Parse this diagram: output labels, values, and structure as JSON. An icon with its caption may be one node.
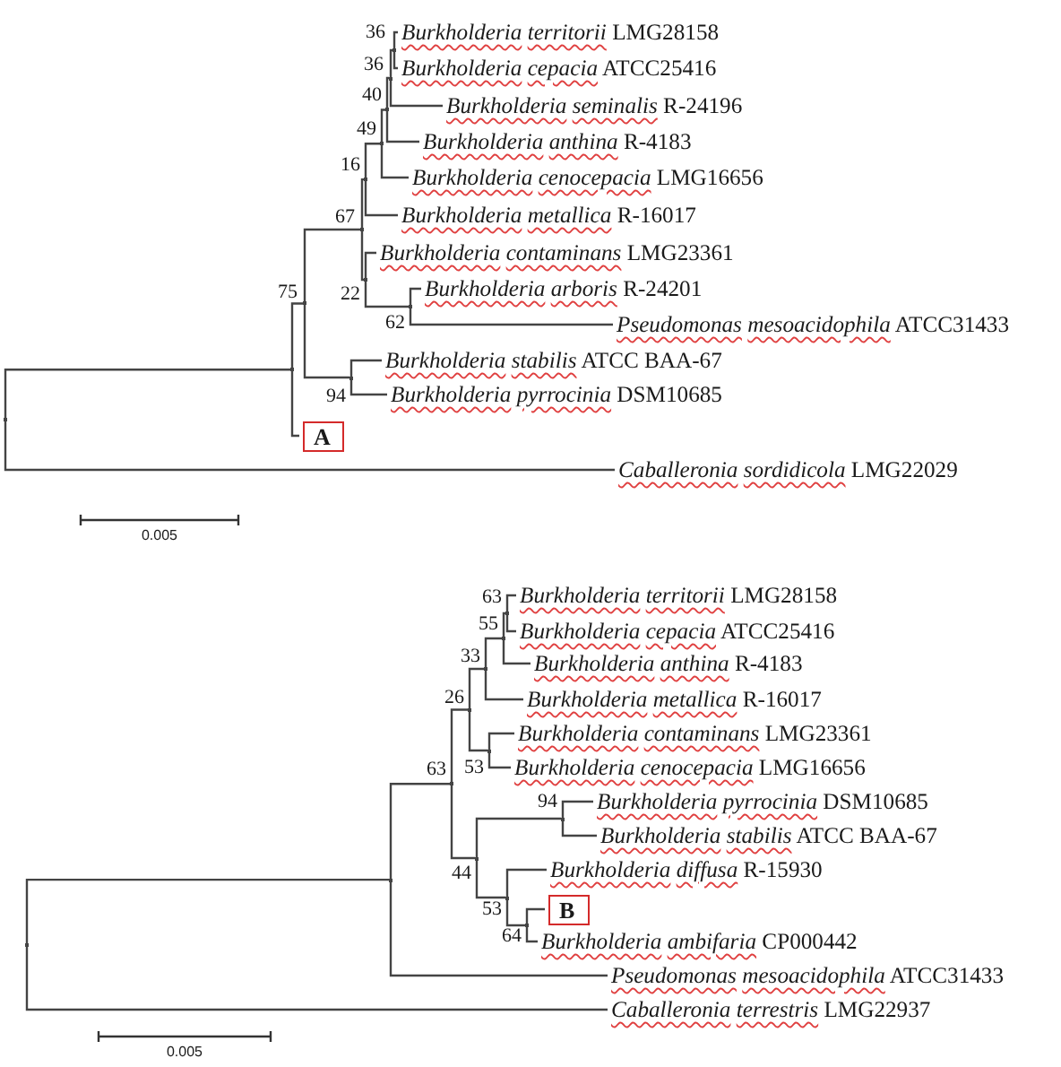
{
  "diagram": {
    "nodes": [
      {
        "text": [
          "*Burkholderia* *territorii* LMG28158"
        ]
      },
      {
        "text": [
          "*Burkholderia* *cepacia* ATCC25416"
        ]
      },
      {
        "text": [
          "*Burkholderia* *seminalis* R-24196"
        ]
      },
      {
        "text": [
          "*Burkholderia* *anthina* R-4183"
        ]
      },
      {
        "text": [
          "*Burkholderia* *cenocepacia* LMG16656"
        ]
      },
      {
        "text": [
          "*Burkholderia* *metallica* R-16017"
        ]
      },
      {
        "text": [
          "*Burkholderia* *contaminans* LMG23361"
        ]
      },
      {
        "text": [
          "*Burkholderia* *arboris* R-24201"
        ]
      },
      {
        "text": [
          "*Pseudomonas* *mesoacidophila* ATCC31433"
        ]
      },
      {
        "text": [
          "*Burkholderia* *stabilis* ATCC BAA-67"
        ]
      },
      {
        "text": [
          "*Burkholderia* *pyrrocinia* DSM10685"
        ]
      },
      {
        "text": [
          "A"
        ]
      },
      {
        "text": [
          "*Caballeronia* *sordidicola* LMG22029"
        ]
      },
      {
        "text": [],
        "shape": "point",
        "beside": [
          "36"
        ]
      },
      {
        "text": [],
        "shape": "point",
        "beside": [
          "36"
        ]
      },
      {
        "text": [],
        "shape": "point",
        "beside": [
          "40"
        ]
      },
      {
        "text": [],
        "shape": "point",
        "beside": [
          "49"
        ]
      },
      {
        "text": [],
        "shape": "point",
        "beside": [
          "16"
        ]
      },
      {
        "text": [],
        "shape": "point",
        "beside": [
          "22"
        ]
      },
      {
        "text": [],
        "shape": "point",
        "beside": [
          "62"
        ]
      },
      {
        "text": [],
        "shape": "point",
        "beside": [
          "67"
        ]
      },
      {
        "text": [],
        "shape": "point",
        "beside": [
          "94"
        ]
      },
      {
        "text": [],
        "shape": "point",
        "beside": [
          "75"
        ]
      },
      {
        "text": [],
        "shape": "point"
      },
      {
        "text": [],
        "shape": "point"
      },
      {
        "text": [
          "*Burkholderia* *territorii* LMG28158"
        ]
      },
      {
        "text": [
          "*Burkholderia* *cepacia* ATCC25416"
        ]
      },
      {
        "text": [
          "*Burkholderia* *anthina* R-4183"
        ]
      },
      {
        "text": [
          "*Burkholderia* *metallica* R-16017"
        ]
      },
      {
        "text": [
          "*Burkholderia* *contaminans* LMG23361"
        ]
      },
      {
        "text": [
          "*Burkholderia* *cenocepacia* LMG16656"
        ]
      },
      {
        "text": [
          "*Burkholderia* *pyrrocinia* DSM10685"
        ]
      },
      {
        "text": [
          "*Burkholderia* *stabilis* ATCC BAA-67"
        ]
      },
      {
        "text": [
          "*Burkholderia* *diffusa* R-15930"
        ]
      },
      {
        "text": [
          "B"
        ]
      },
      {
        "text": [
          "*Burkholderia* *ambifaria* CP000442"
        ]
      },
      {
        "text": [
          "*Pseudomonas* *mesoacidophila* ATCC31433"
        ]
      },
      {
        "text": [
          "*Caballeronia* *terrestris* LMG22937"
        ]
      },
      {
        "text": [],
        "shape": "point",
        "beside": [
          "63"
        ]
      },
      {
        "text": [],
        "shape": "point",
        "beside": [
          "55"
        ]
      },
      {
        "text": [],
        "shape": "point",
        "beside": [
          "33"
        ]
      },
      {
        "text": [],
        "shape": "point",
        "beside": [
          "26"
        ]
      },
      {
        "text": [],
        "shape": "point",
        "beside": [
          "53"
        ]
      },
      {
        "text": [],
        "shape": "point",
        "beside": [
          "63"
        ]
      },
      {
        "text": [],
        "shape": "point",
        "beside": [
          "94"
        ]
      },
      {
        "text": [],
        "shape": "point",
        "beside": [
          "44"
        ]
      },
      {
        "text": [],
        "shape": "point",
        "beside": [
          "53"
        ]
      },
      {
        "text": [],
        "shape": "point",
        "beside": [
          "64"
        ]
      },
      {
        "text": [],
        "shape": "point"
      },
      {
        "text": [],
        "shape": "point"
      }
    ],
    "edges": [
      {
        "from": 13,
        "to": 0,
        "arrow": "none"
      },
      {
        "from": 13,
        "to": 1,
        "arrow": "none"
      },
      {
        "from": 14,
        "to": 13,
        "arrow": "none"
      },
      {
        "from": 14,
        "to": 2,
        "arrow": "none"
      },
      {
        "from": 15,
        "to": 14,
        "arrow": "none"
      },
      {
        "from": 15,
        "to": 3,
        "arrow": "none"
      },
      {
        "from": 16,
        "to": 15,
        "arrow": "none"
      },
      {
        "from": 16,
        "to": 4,
        "arrow": "none"
      },
      {
        "from": 17,
        "to": 16,
        "arrow": "none"
      },
      {
        "from": 17,
        "to": 5,
        "arrow": "none"
      },
      {
        "from": 19,
        "to": 7,
        "arrow": "none"
      },
      {
        "from": 19,
        "to": 8,
        "arrow": "none"
      },
      {
        "from": 18,
        "to": 6,
        "arrow": "none"
      },
      {
        "from": 18,
        "to": 19,
        "arrow": "none"
      },
      {
        "from": 20,
        "to": 17,
        "arrow": "none"
      },
      {
        "from": 20,
        "to": 18,
        "arrow": "none"
      },
      {
        "from": 21,
        "to": 9,
        "arrow": "none"
      },
      {
        "from": 21,
        "to": 10,
        "arrow": "none"
      },
      {
        "from": 22,
        "to": 20,
        "arrow": "none"
      },
      {
        "from": 22,
        "to": 21,
        "arrow": "none"
      },
      {
        "from": 23,
        "to": 22,
        "arrow": "none"
      },
      {
        "from": 23,
        "to": 11,
        "arrow": "none"
      },
      {
        "from": 24,
        "to": 23,
        "arrow": "none"
      },
      {
        "from": 24,
        "to": 12,
        "arrow": "none"
      },
      {
        "from": 38,
        "to": 25,
        "arrow": "none"
      },
      {
        "from": 38,
        "to": 26,
        "arrow": "none"
      },
      {
        "from": 39,
        "to": 38,
        "arrow": "none"
      },
      {
        "from": 39,
        "to": 27,
        "arrow": "none"
      },
      {
        "from": 40,
        "to": 39,
        "arrow": "none"
      },
      {
        "from": 40,
        "to": 28,
        "arrow": "none"
      },
      {
        "from": 42,
        "to": 29,
        "arrow": "none"
      },
      {
        "from": 42,
        "to": 30,
        "arrow": "none"
      },
      {
        "from": 41,
        "to": 40,
        "arrow": "none"
      },
      {
        "from": 41,
        "to": 42,
        "arrow": "none"
      },
      {
        "from": 44,
        "to": 31,
        "arrow": "none"
      },
      {
        "from": 44,
        "to": 32,
        "arrow": "none"
      },
      {
        "from": 47,
        "to": 34,
        "arrow": "none"
      },
      {
        "from": 47,
        "to": 35,
        "arrow": "none"
      },
      {
        "from": 46,
        "to": 33,
        "arrow": "none"
      },
      {
        "from": 46,
        "to": 47,
        "arrow": "none"
      },
      {
        "from": 45,
        "to": 44,
        "arrow": "none"
      },
      {
        "from": 45,
        "to": 46,
        "arrow": "none"
      },
      {
        "from": 43,
        "to": 41,
        "arrow": "none"
      },
      {
        "from": 43,
        "to": 45,
        "arrow": "none"
      },
      {
        "from": 48,
        "to": 43,
        "arrow": "none"
      },
      {
        "from": 48,
        "to": 36,
        "arrow": "none"
      },
      {
        "from": 49,
        "to": 48,
        "arrow": "none"
      },
      {
        "from": 49,
        "to": 37,
        "arrow": "none"
      }
    ],
    "labels": [
      "0.005",
      "0.005"
    ]
  }
}
